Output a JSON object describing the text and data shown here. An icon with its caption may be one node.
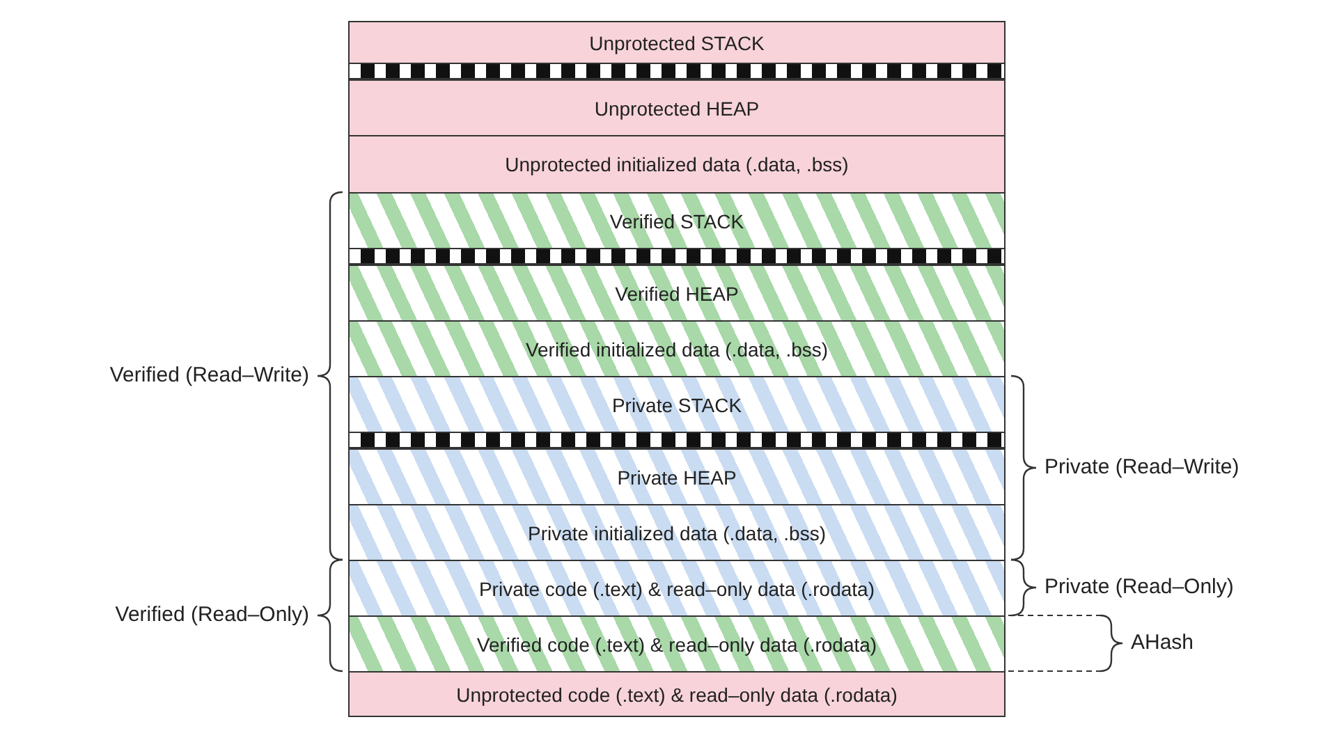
{
  "diagram": {
    "nodes": [
      {
        "text": [
          "Unprotected STACK"
        ]
      },
      {
        "text": [
          "Unprotected HEAP"
        ]
      },
      {
        "text": [
          "Unprotected initialized data (.data, .bss)"
        ]
      },
      {
        "text": [
          "Verified STACK"
        ]
      },
      {
        "text": [
          "Verified HEAP"
        ]
      },
      {
        "text": [
          "Verified initialized data (.data, .bss)"
        ]
      },
      {
        "text": [
          "Private STACK"
        ]
      },
      {
        "text": [
          "Private HEAP"
        ]
      },
      {
        "text": [
          "Private initialized data (.data, .bss)"
        ]
      },
      {
        "text": [
          "Private code (.text) & read–only data (.rodata)"
        ]
      },
      {
        "text": [
          "Verified code (.text) & read–only data (.rodata)"
        ]
      },
      {
        "text": [
          "Unprotected code (.text) & read–only data (.rodata)"
        ]
      }
    ],
    "labels": [
      "Verified (Read–Write)",
      "Private (Read–Write)",
      "Verified (Read–Only)",
      "Private (Read–Only)",
      "AHash"
    ]
  }
}
